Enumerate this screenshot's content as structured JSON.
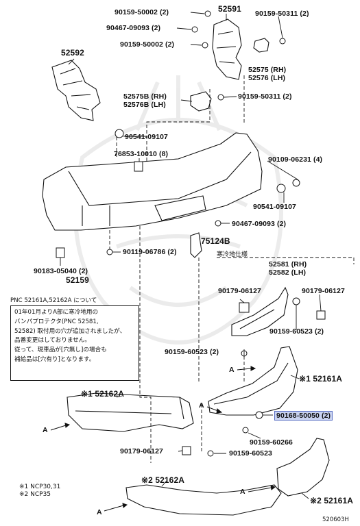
{
  "labels": {
    "p52591": "52591",
    "p52592": "52592",
    "b90159_50002_top": "90159-50002 (2)",
    "b90467_09093_top": "90467-09093 (2)",
    "b90159_50002_mid": "90159-50002 (2)",
    "b90159_50311_top": "90159-50311 (2)",
    "p52575_rh": "52575 (RH)",
    "p52576_lh": "52576 (LH)",
    "p52575b_rh": "52575B (RH)",
    "p52576b_lh": "52576B (LH)",
    "b90159_50311_mid": "90159-50311 (2)",
    "b90541_09107_a": "90541-09107",
    "b76853_10010": "76853-10010 (8)",
    "b90109_06231": "90109-06231 (4)",
    "b90541_09107_b": "90541-09107",
    "b90467_09093_low": "90467-09093 (2)",
    "p75124b": "75124B",
    "b90119_06786": "90119-06786 (2)",
    "b90183_05040": "90183-05040 (2)",
    "p52159": "52159",
    "cold_spec": "寒冷地仕様",
    "p52581_rh": "52581 (RH)",
    "p52582_lh": "52582 (LH)",
    "b90179_06127_a": "90179-06127",
    "b90179_06127_b": "90179-06127",
    "b90159_60523_a": "90159-60523 (2)",
    "b90159_60523_b": "90159-60523 (2)",
    "p52161a_1": "※1 52161A",
    "p52162a_1": "※1 52162A",
    "b90168_50050": "90168-50050 (2)",
    "b90159_60266": "90159-60266",
    "b90179_06127_c": "90179-06127",
    "b90159_60523_c": "90159-60523",
    "p52162a_2": "※2 52162A",
    "p52161a_2": "※2 52161A",
    "arrow_a1": "A",
    "arrow_a2": "A",
    "arrow_a3": "A",
    "arrow_a4": "A",
    "fn1": "※1 NCP30,31",
    "fn2": "※2 NCP35",
    "figure_id": "520603H"
  },
  "note": {
    "title": "PNC 52161A,52162A について",
    "lines": [
      "01年01月よりA部に寒冷地用の",
      "バンパプロテクタ(PNC 52581,",
      "52582) 取付用の穴が追加されましたが、",
      "品番変更はしておりません。",
      "従って、現車品が[穴無し]の場合も",
      "補給品は[穴有り]となります。"
    ]
  },
  "colors": {
    "highlight": "#c8d2f0",
    "line": "#111111"
  }
}
